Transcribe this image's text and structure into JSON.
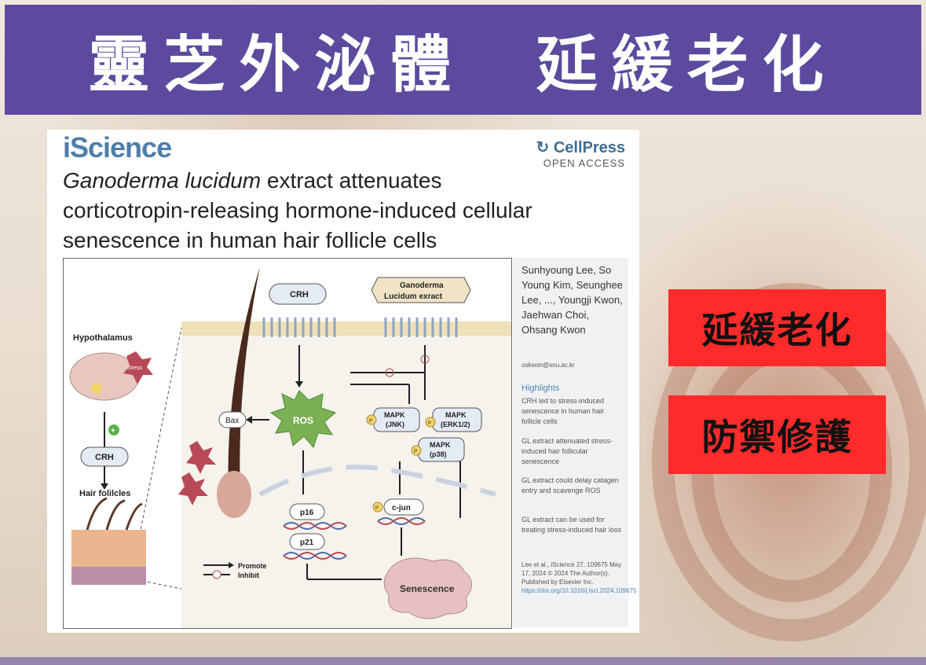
{
  "header": {
    "title": "靈芝外泌體  延緩老化"
  },
  "paper": {
    "journal": "iScience",
    "publisher": "CellPress",
    "access": "OPEN ACCESS",
    "title_italic": "Ganoderma lucidum",
    "title_rest_line1": " extract attenuates",
    "title_line2": "corticotropin-releasing hormone-induced cellular",
    "title_line3": "senescence in human hair follicle cells",
    "authors": "Sunhyoung Lee, So Young Kim, Seunghee Lee, ..., Youngji Kwon, Jaehwan Choi, Ohsang Kwon",
    "email": "oskwon@snu.ac.kr",
    "highlights_title": "Highlights",
    "highlights": [
      "CRH led to stress-induced senescence in human hair follicle cells",
      "GL extract attenuated stress-induced hair follicular senescence",
      "GL extract could delay catagen entry and scavenge ROS",
      "GL extract can be used for treating stress-induced hair loss"
    ],
    "citation": "Lee et al., iScience 27, 109675 May 17, 2024 © 2024 The Author(s). Published by Elsevier Inc.",
    "doi": "https://doi.org/10.1016/j.isci.2024.109675"
  },
  "abstract": {
    "hypothalamus": "Hypothalamus",
    "stress": "Stress",
    "crh": "CRH",
    "hair_follicles": "Hair folilcles",
    "ganoderma_line1": "Ganoderma",
    "ganoderma_line2": "Lucidum exract",
    "bax": "Bax",
    "ros": "ROS",
    "mapk_jnk_1": "MAPK",
    "mapk_jnk_2": "(JNK)",
    "mapk_erk_1": "MAPK",
    "mapk_erk_2": "(ERK1/2)",
    "mapk_p38_1": "MAPK",
    "mapk_p38_2": "(p38)",
    "p16": "p16",
    "p21": "p21",
    "cjun": "c-jun",
    "senescence": "Senescence",
    "legend_promote": "Promote",
    "legend_inhibit": "Inhibit",
    "p_label": "P"
  },
  "badges": {
    "badge1": "延緩老化",
    "badge2": "防禦修護"
  },
  "colors": {
    "header": "#5c4a9e",
    "badge": "#ff2b2b",
    "journal": "#4f7ea8"
  }
}
